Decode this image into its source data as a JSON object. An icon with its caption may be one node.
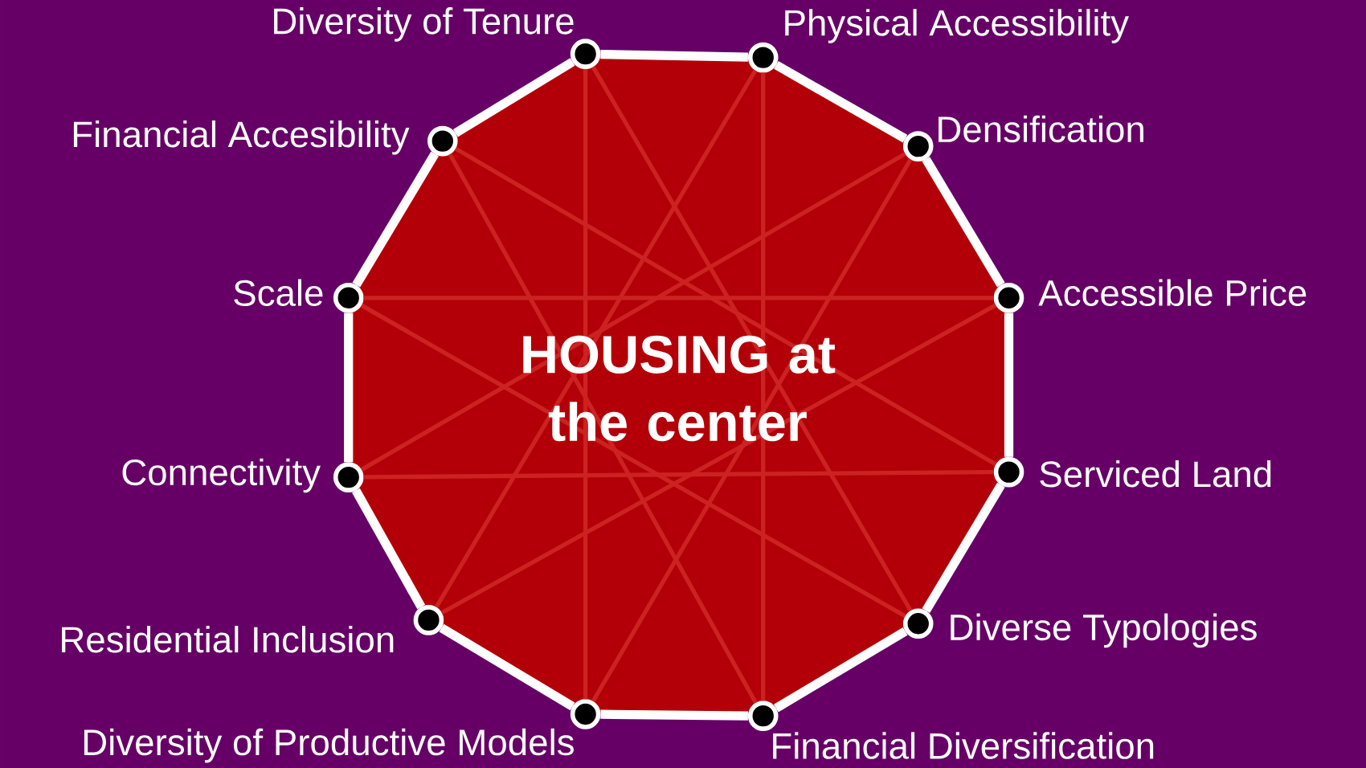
{
  "diagram": {
    "nodes": [
      {
        "text": [
          "HOUSING at the center"
        ]
      },
      {
        "text": [],
        "shape": "circle",
        "beside": [
          "Diversity of Tenure"
        ]
      },
      {
        "text": [],
        "shape": "circle",
        "beside": [
          "Physical Accessibility"
        ]
      },
      {
        "text": [],
        "shape": "circle",
        "beside": [
          "Densification"
        ]
      },
      {
        "text": [],
        "shape": "circle",
        "beside": [
          "Accessible Price"
        ]
      },
      {
        "text": [],
        "shape": "circle",
        "beside": [
          "Serviced Land"
        ]
      },
      {
        "text": [],
        "shape": "circle",
        "beside": [
          "Diverse Typologies"
        ]
      },
      {
        "text": [],
        "shape": "circle",
        "beside": [
          "Financial Diversification"
        ]
      },
      {
        "text": [],
        "shape": "circle",
        "beside": [
          "Diversity of Productive Models"
        ]
      },
      {
        "text": [],
        "shape": "circle",
        "beside": [
          "Residential Inclusion"
        ]
      },
      {
        "text": [],
        "shape": "circle",
        "beside": [
          "Connectivity"
        ]
      },
      {
        "text": [],
        "shape": "circle",
        "beside": [
          "Scale"
        ]
      },
      {
        "text": [],
        "shape": "circle",
        "beside": [
          "Financial Accesibility"
        ]
      }
    ],
    "edges": [
      {
        "from": 1,
        "to": 2,
        "arrow": "none",
        "style": "thick"
      },
      {
        "from": 2,
        "to": 3,
        "arrow": "none",
        "style": "thick"
      },
      {
        "from": 3,
        "to": 4,
        "arrow": "none",
        "style": "thick"
      },
      {
        "from": 4,
        "to": 5,
        "arrow": "none",
        "style": "thick"
      },
      {
        "from": 5,
        "to": 6,
        "arrow": "none",
        "style": "thick"
      },
      {
        "from": 6,
        "to": 7,
        "arrow": "none",
        "style": "thick"
      },
      {
        "from": 7,
        "to": 8,
        "arrow": "none",
        "style": "thick"
      },
      {
        "from": 8,
        "to": 9,
        "arrow": "none",
        "style": "thick"
      },
      {
        "from": 9,
        "to": 10,
        "arrow": "none",
        "style": "thick"
      },
      {
        "from": 10,
        "to": 11,
        "arrow": "none",
        "style": "thick"
      },
      {
        "from": 11,
        "to": 12,
        "arrow": "none",
        "style": "thick"
      },
      {
        "from": 12,
        "to": 1,
        "arrow": "none",
        "style": "thick"
      },
      {
        "from": 1,
        "to": 6,
        "arrow": "none",
        "color": "#cc2222"
      },
      {
        "from": 1,
        "to": 8,
        "arrow": "none",
        "color": "#cc2222"
      },
      {
        "from": 2,
        "to": 7,
        "arrow": "none",
        "color": "#cc2222"
      },
      {
        "from": 2,
        "to": 9,
        "arrow": "none",
        "color": "#cc2222"
      },
      {
        "from": 3,
        "to": 8,
        "arrow": "none",
        "color": "#cc2222"
      },
      {
        "from": 3,
        "to": 10,
        "arrow": "none",
        "color": "#cc2222"
      },
      {
        "from": 4,
        "to": 9,
        "arrow": "none",
        "color": "#cc2222"
      },
      {
        "from": 4,
        "to": 11,
        "arrow": "none",
        "color": "#cc2222"
      },
      {
        "from": 5,
        "to": 10,
        "arrow": "none",
        "color": "#cc2222"
      },
      {
        "from": 5,
        "to": 12,
        "arrow": "none",
        "color": "#cc2222"
      },
      {
        "from": 6,
        "to": 11,
        "arrow": "none",
        "color": "#cc2222"
      },
      {
        "from": 7,
        "to": 12,
        "arrow": "none",
        "color": "#cc2222"
      }
    ]
  }
}
